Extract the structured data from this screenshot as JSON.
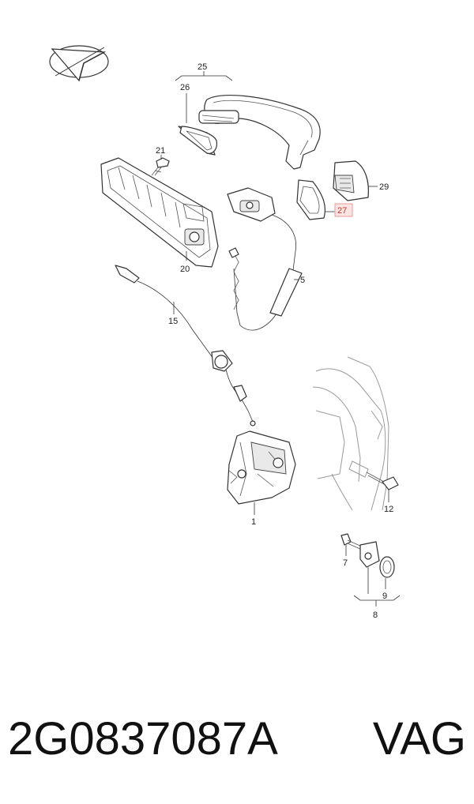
{
  "diagram": {
    "callouts": {
      "c1": "1",
      "c5": "5",
      "c7": "7",
      "c8": "8",
      "c9": "9",
      "c12": "12",
      "c15": "15",
      "c20": "20",
      "c21": "21",
      "c25": "25",
      "c26": "26",
      "c27": "27",
      "c29": "29"
    },
    "highlight_color": "#c0392b"
  },
  "footer": {
    "part_number": "2G0837087A",
    "brand": "VAG"
  }
}
